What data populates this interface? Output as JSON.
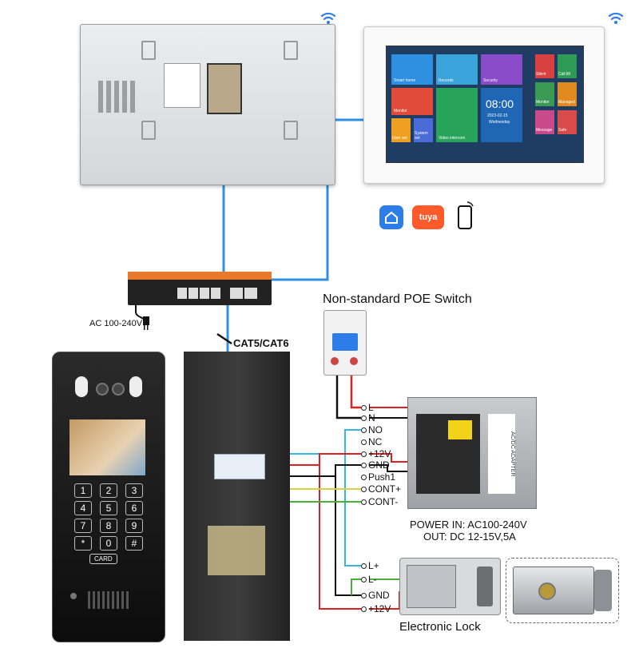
{
  "labels": {
    "ac_input": "AC 100-240V",
    "cable": "CAT5/CAT6",
    "switch_title": "Non-standard POE Switch",
    "psu_power_in": "POWER  IN: AC100-240V",
    "psu_out": "OUT: DC 12-15V,5A",
    "lock_title": "Electronic Lock",
    "psu_badge": "AC/DC ADAPTER",
    "card_label": "CARD",
    "tuya_label": "tuya"
  },
  "terminals": {
    "L": "L",
    "N": "N",
    "NO": "NO",
    "NC": "NC",
    "plus12": "+12V",
    "GND": "GND",
    "Push1": "Push1",
    "CONTplus": "CONT+",
    "CONTminus": "CONT-",
    "Lplus": "L+",
    "Lminus": "L-",
    "GND2": "GND",
    "plus12b": "+12V"
  },
  "monitor_screen": {
    "clock": "08:00",
    "date": "2023-02-15",
    "weekday": "Wednesday",
    "tiles": [
      "Smart home",
      "Records",
      "Security",
      "Monitor",
      "Video intercom",
      "User set",
      "System set",
      "Silent",
      "Call lift",
      "Monitor",
      "Managed",
      "Message",
      "Safe"
    ]
  },
  "keypad": [
    "1",
    "2",
    "3",
    "4",
    "5",
    "6",
    "7",
    "8",
    "9",
    "*",
    "0",
    "#"
  ],
  "colors": {
    "wire_blue": "#2f8fe0",
    "wire_red": "#e02020",
    "wire_black": "#111111",
    "wire_green": "#4caf3c",
    "wire_yellow": "#d8d23a",
    "wire_cyan": "#37b6e6",
    "switch_orange": "#e8782a",
    "tuya_orange": "#ff5a2a",
    "home_blue": "#2d7de9"
  },
  "icons": [
    "wifi-icon",
    "wifi-icon",
    "smart-home-app-icon",
    "tuya-app-icon",
    "phone-icon",
    "card-reader-icon",
    "plug-icon"
  ]
}
